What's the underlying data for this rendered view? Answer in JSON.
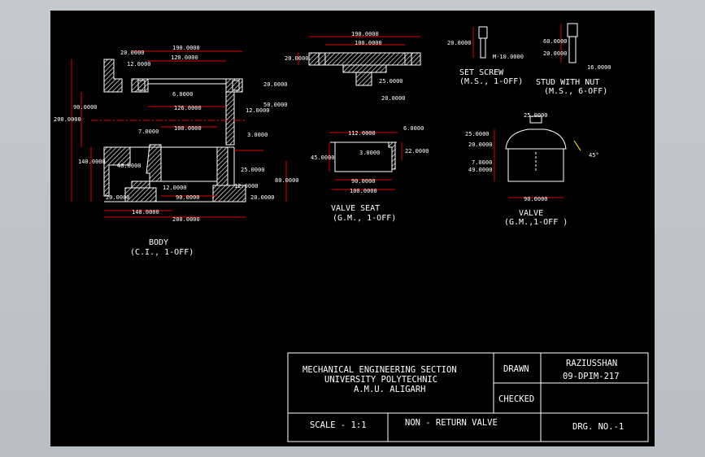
{
  "drawing": {
    "views": {
      "body": {
        "name": "BODY",
        "spec": "(C.I., 1-OFF)"
      },
      "valve_seat": {
        "name": "VALVE SEAT",
        "spec": "(G.M., 1-OFF)"
      },
      "set_screw": {
        "name": "SET SCREW",
        "spec": "(M.S., 1-OFF)"
      },
      "stud": {
        "name": "STUD WITH NUT",
        "spec": "(M.S., 6-OFF)"
      },
      "valve": {
        "name": "VALVE",
        "spec": "(G.M.,1-OFF )"
      }
    },
    "dims": {
      "body_190": "190.0000",
      "body_120a": "120.0000",
      "body_12a": "12.0000",
      "body_20a": "20.0000",
      "body_20b": "20.0000",
      "body_6": "6.0000",
      "body_126": "126.0000",
      "body_12b": "12.0000",
      "body_50": "50.0000",
      "body_90": "90.0000",
      "body_200v": "200.0000",
      "body_7": "7.0000",
      "body_100": "100.0000",
      "body_3": "3.0000",
      "body_140v": "140.0000",
      "body_40": "40.0000",
      "body_25": "25.0000",
      "body_80": "80.0000",
      "body_12c": "12.0000",
      "body_12d": "12.0000",
      "body_20c": "20.0000",
      "body_90b": "90.0000",
      "body_20d": "20.0000",
      "body_140h": "140.0000",
      "body_200h": "200.0000",
      "cover_190": "190.0000",
      "cover_100": "100.0000",
      "cover_20": "20.0000",
      "cover_25": "25.0000",
      "cover_20b": "20.0000",
      "ss_20": "20.0000",
      "ss_m10": "M-10.0000",
      "stud_60": "60.0000",
      "stud_20": "20.0000",
      "stud_16": "16.0000",
      "vs_112": "112.0000",
      "vs_6": "6.0000",
      "vs_45": "45.0000",
      "vs_3": "3.0000",
      "vs_22": "22.0000",
      "vs_90": "90.0000",
      "vs_100": "100.0000",
      "v_25top": "25.0000",
      "v_25": "25.0000",
      "v_20": "20.0000",
      "v_7": "7.0000",
      "v_49": "49.0000",
      "v_90": "90.0000",
      "v_45": "45°"
    }
  },
  "title_block": {
    "section": "MECHANICAL ENGINEERING SECTION",
    "college": "UNIVERSITY POLYTECHNIC",
    "university": "A.M.U. ALIGARH",
    "drawn_label": "DRAWN",
    "drawn_name": "RAZIUSSHAN",
    "drawn_id": "09-DPIM-217",
    "checked_label": "CHECKED",
    "scale": "SCALE - 1:1",
    "title": "NON - RETURN VALVE",
    "drg_no": "DRG. NO.-1"
  }
}
